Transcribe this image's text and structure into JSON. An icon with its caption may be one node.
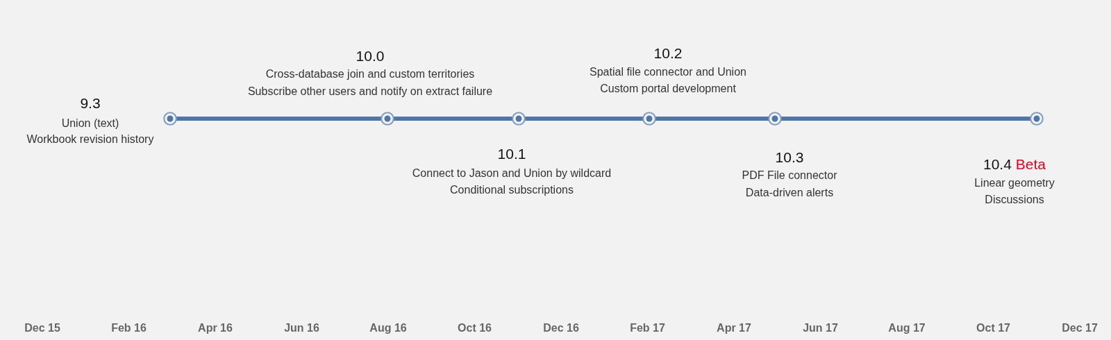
{
  "diagram": {
    "nodes": [
      {
        "text": [],
        "shape": "circle",
        "beside": [
          "9.3",
          "Union (text)",
          "Workbook revision history"
        ]
      },
      {
        "text": [],
        "shape": "circle",
        "beside": [
          "10.0",
          "Cross-database join and custom territories",
          "Subscribe other users and notify on extract failure"
        ]
      },
      {
        "text": [],
        "shape": "circle",
        "beside": [
          "10.1",
          "Connect to Jason and Union by wildcard",
          "Conditional subscriptions"
        ]
      },
      {
        "text": [],
        "shape": "circle",
        "beside": [
          "10.2",
          "Spatial file connector and Union",
          "Custom portal development"
        ]
      },
      {
        "text": [],
        "shape": "circle",
        "beside": [
          "10.3",
          "PDF File connector",
          "Data-driven alerts"
        ]
      },
      {
        "text": [],
        "shape": "circle",
        "beside": [
          "10.4",
          "Beta",
          "Linear geometry",
          "Discussions"
        ]
      }
    ],
    "edges": [
      {
        "from": 0,
        "to": 1,
        "arrow": "none"
      },
      {
        "from": 1,
        "to": 2,
        "arrow": "none"
      },
      {
        "from": 2,
        "to": 3,
        "arrow": "none"
      },
      {
        "from": 3,
        "to": 4,
        "arrow": "none"
      },
      {
        "from": 4,
        "to": 5,
        "arrow": "none"
      }
    ],
    "labels": [
      "Dec 15",
      "Feb 16",
      "Apr 16",
      "Jun 16",
      "Aug 16",
      "Oct 16",
      "Dec 16",
      "Feb 17",
      "Apr 17",
      "Jun 17",
      "Aug 17",
      "Oct 17",
      "Dec 17"
    ]
  }
}
